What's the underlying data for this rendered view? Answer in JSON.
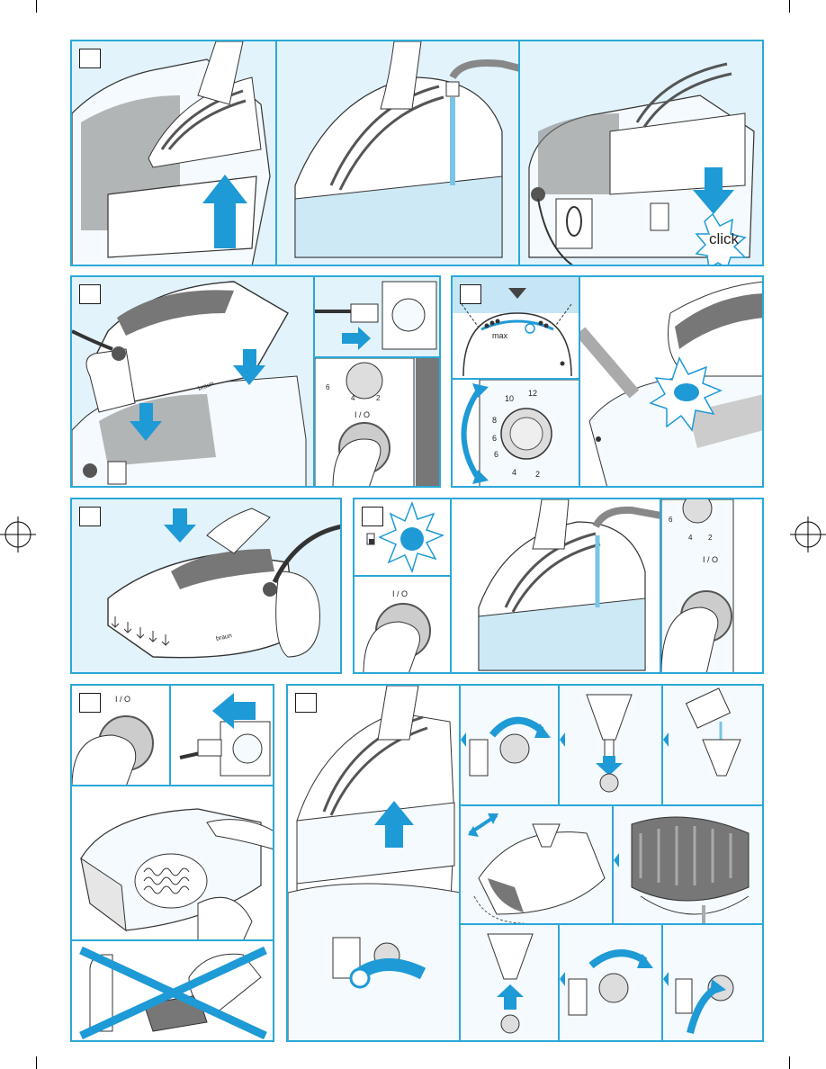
{
  "colors": {
    "accent": "#2aa8d8",
    "panel_bg": "#e2f3fb",
    "arrow_blue": "#1e9ad6",
    "line": "#1a1a1a"
  },
  "labels": {
    "click": "click",
    "max": "max",
    "power_a": "I / O",
    "power_b": "I / O",
    "power_c": "I / O",
    "power_d": "I / O",
    "brand_a": "braun",
    "brand_b": "braun"
  },
  "dial_numbers": {
    "small_dial": [
      "6",
      "4",
      "2"
    ],
    "large_dial": [
      "12",
      "10",
      "8",
      "6",
      "6",
      "4",
      "2"
    ],
    "small_dial_b": [
      "6",
      "4",
      "2"
    ]
  },
  "icons": [
    "up-arrow-icon",
    "down-arrow-icon",
    "right-arrow-icon",
    "left-arrow-icon",
    "curved-arrow-icon",
    "double-arrow-icon",
    "chevron-arrow-icon",
    "lamp-flash-icon",
    "plug-icon",
    "cross-out-icon",
    "steam-icon",
    "water-drop-icon"
  ]
}
